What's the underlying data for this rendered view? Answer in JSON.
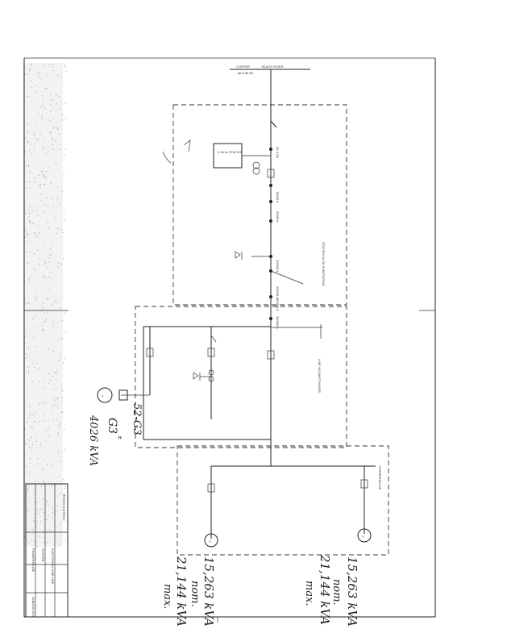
{
  "top_bus": {
    "left": "COPPER",
    "right": "BLACK RIVER",
    "ids": "86 8     86 83"
  },
  "boxes": {
    "upper": "STATION 3A 3A\nSUBSTATION",
    "middle": "LINE 4A\nSWITCHYARD",
    "lower": "POWERHOUSE"
  },
  "components": {
    "aux_transformer": "4.16 kv\nSTATION",
    "breaker_4": "52-4 5A",
    "meters": [
      "800/5 A",
      "200/5 A",
      "1000/5 A",
      "2500/5 A",
      "3000/5 A",
      "3000/5 A"
    ],
    "gen_g3_tag": "52-G3"
  },
  "handwritten": {
    "g3_label": "G3",
    "g3_kva": "4026 kVA",
    "g3_ditto": "\"",
    "g1_kva_nom": "15,263 kVA",
    "g1_nom": "nom.",
    "g1_kva_max": "21,144 kVA",
    "g1_max": "max.",
    "g2_kva_nom": "15,263 kVA",
    "g2_nom": "nom.",
    "g2_kva_max": "21,144 kVA",
    "g2_max": "max."
  },
  "title_block": {
    "company": "HYDRO DISTRICT",
    "rows": [
      "ELECTRICAL ONE-LINE",
      "SYSTEM",
      "POWERHOUSE",
      "SUBSTATION"
    ]
  }
}
